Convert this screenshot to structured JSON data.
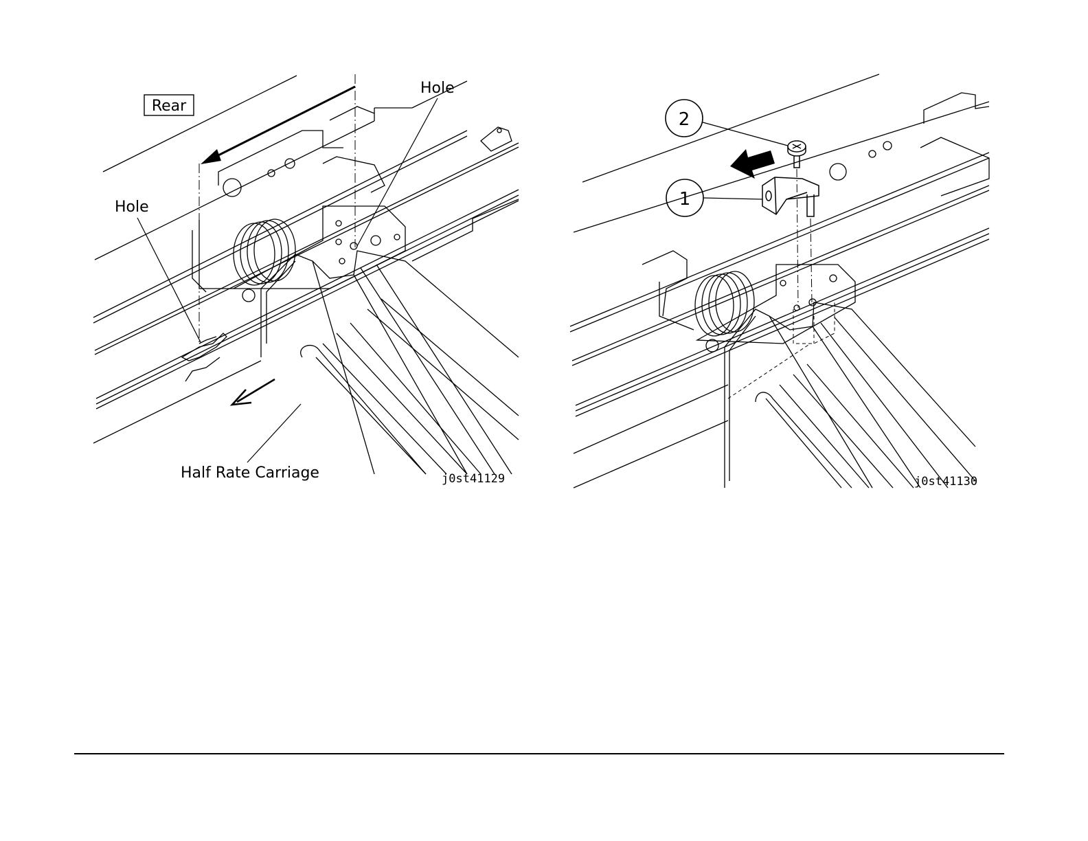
{
  "figure_left": {
    "rear_label": "Rear",
    "hole_label_top": "Hole",
    "hole_label_left": "Hole",
    "carriage_label": "Half Rate Carriage",
    "figure_id": "j0st41129"
  },
  "figure_right": {
    "callout_1": "1",
    "callout_2": "2",
    "figure_id": "j0st41130"
  },
  "colors": {
    "line": "#000000",
    "background": "#ffffff"
  }
}
